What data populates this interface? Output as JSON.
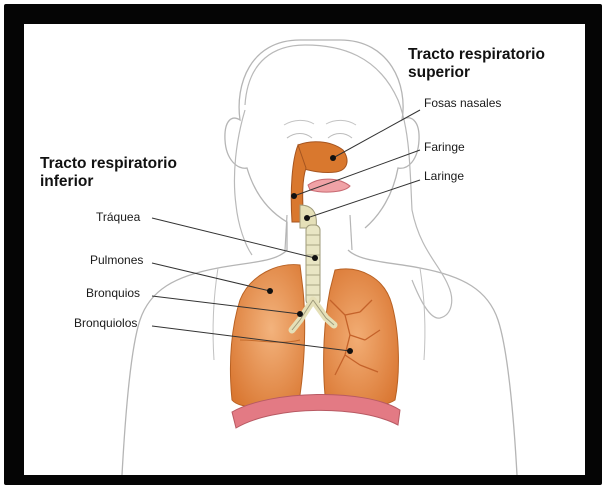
{
  "headings": {
    "upper_line1": "Tracto respiratorio",
    "upper_line2": "superior",
    "lower_line1": "Tracto respiratorio",
    "lower_line2": "inferior"
  },
  "labels": {
    "fosas_nasales": "Fosas nasales",
    "faringe": "Faringe",
    "laringe": "Laringe",
    "traquea": "Tráquea",
    "pulmones": "Pulmones",
    "bronquios": "Bronquios",
    "bronquiolos": "Bronquiolos"
  },
  "colors": {
    "organ_orange": "#d9782e",
    "organ_light": "#f2b27a",
    "trachea": "#e9e6c4",
    "diaphragm": "#e37a84",
    "outline": "#a7a7a7"
  }
}
